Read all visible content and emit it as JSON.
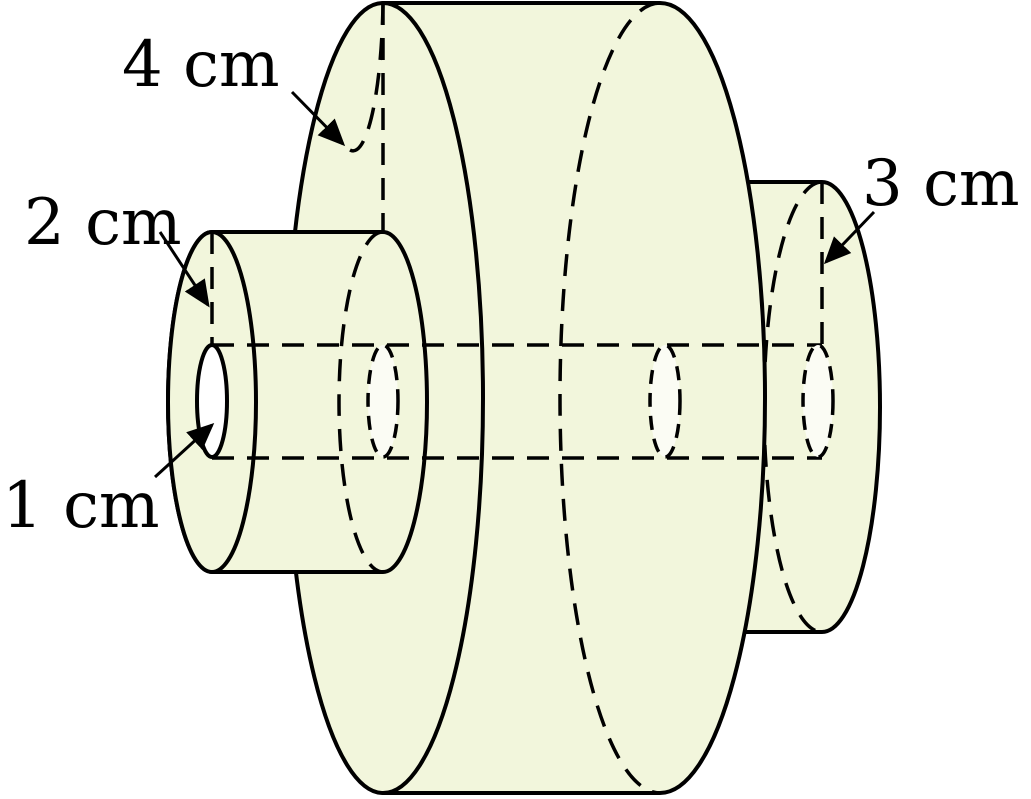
{
  "labels": {
    "big_radius": "4 cm",
    "left_radius": "2 cm",
    "right_radius": "3 cm",
    "hole_radius": "1 cm"
  },
  "colors": {
    "solid_fill": "#f2f6dc",
    "stroke": "#000000",
    "hole_fill": "#ffffff"
  }
}
